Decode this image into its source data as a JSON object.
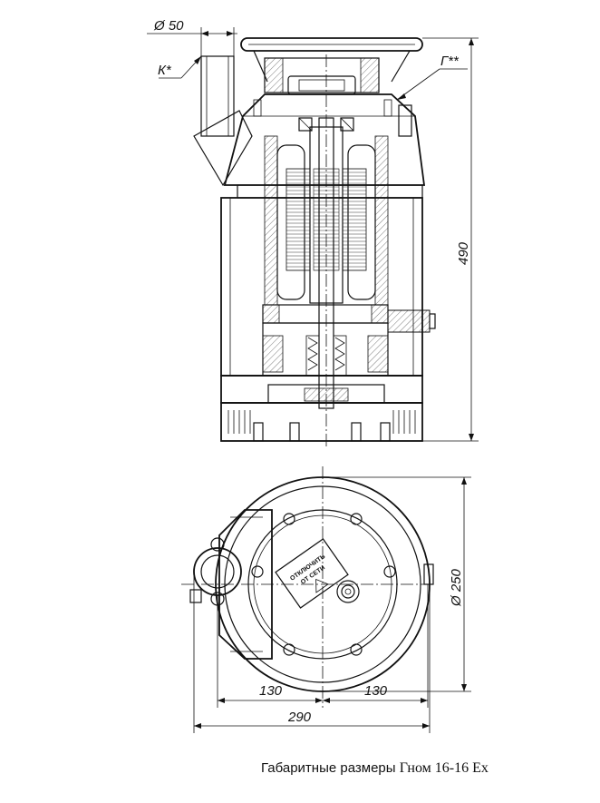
{
  "dimensions": {
    "outlet_diameter": "Ø 50",
    "cable_mark": "К*",
    "seal_mark": "Г**",
    "height": "490",
    "body_diameter": "Ø 250",
    "half_width_left": "130",
    "half_width_right": "130",
    "overall_width": "290"
  },
  "plate": {
    "line1": "ОТКЛЮЧИТЬ",
    "line2": "ОТ СЕТИ"
  },
  "caption": {
    "label": "Габаритные размеры",
    "model": "Гном 16-16 Ex"
  }
}
